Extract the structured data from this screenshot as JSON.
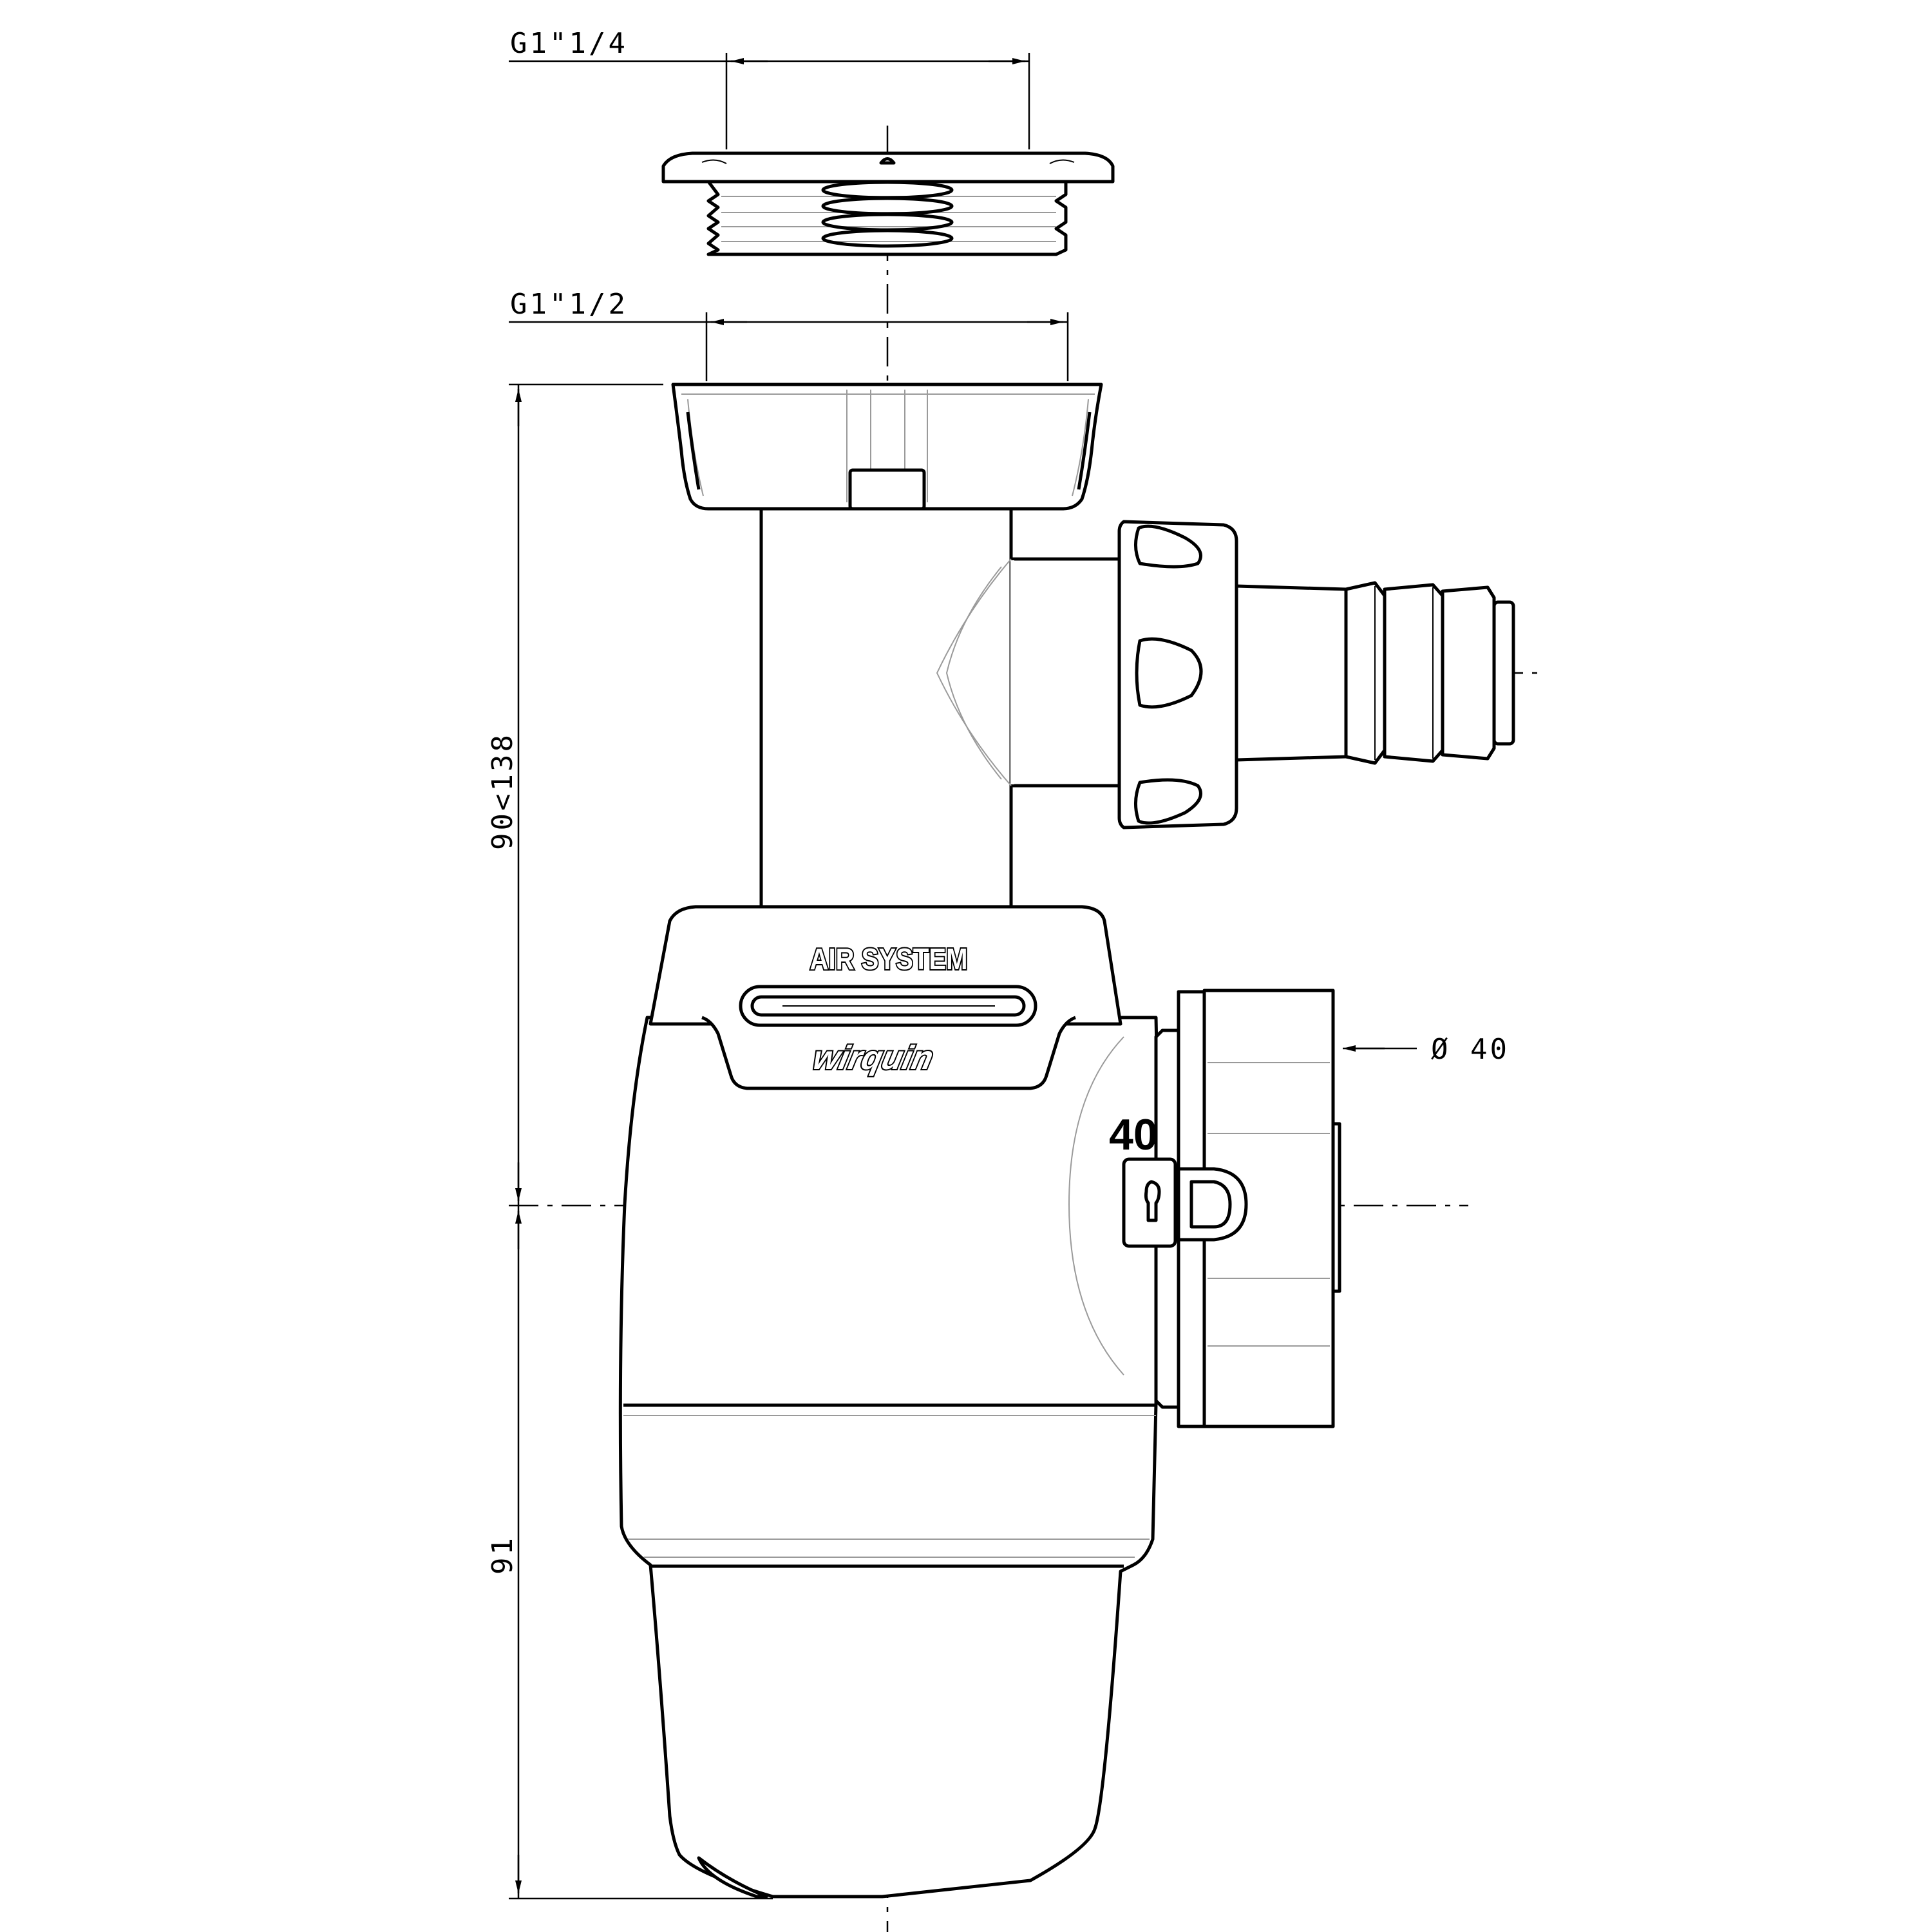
{
  "dimensions": {
    "top_thread": "G1\"1/4",
    "nut_thread": "G1\"1/2",
    "height_range": "90<138",
    "lower_height": "91",
    "outlet_diameter": "Ø 40"
  },
  "product": {
    "feature_label": "AIR SYSTEM",
    "brand": "wirquin",
    "size_marking": "40"
  }
}
